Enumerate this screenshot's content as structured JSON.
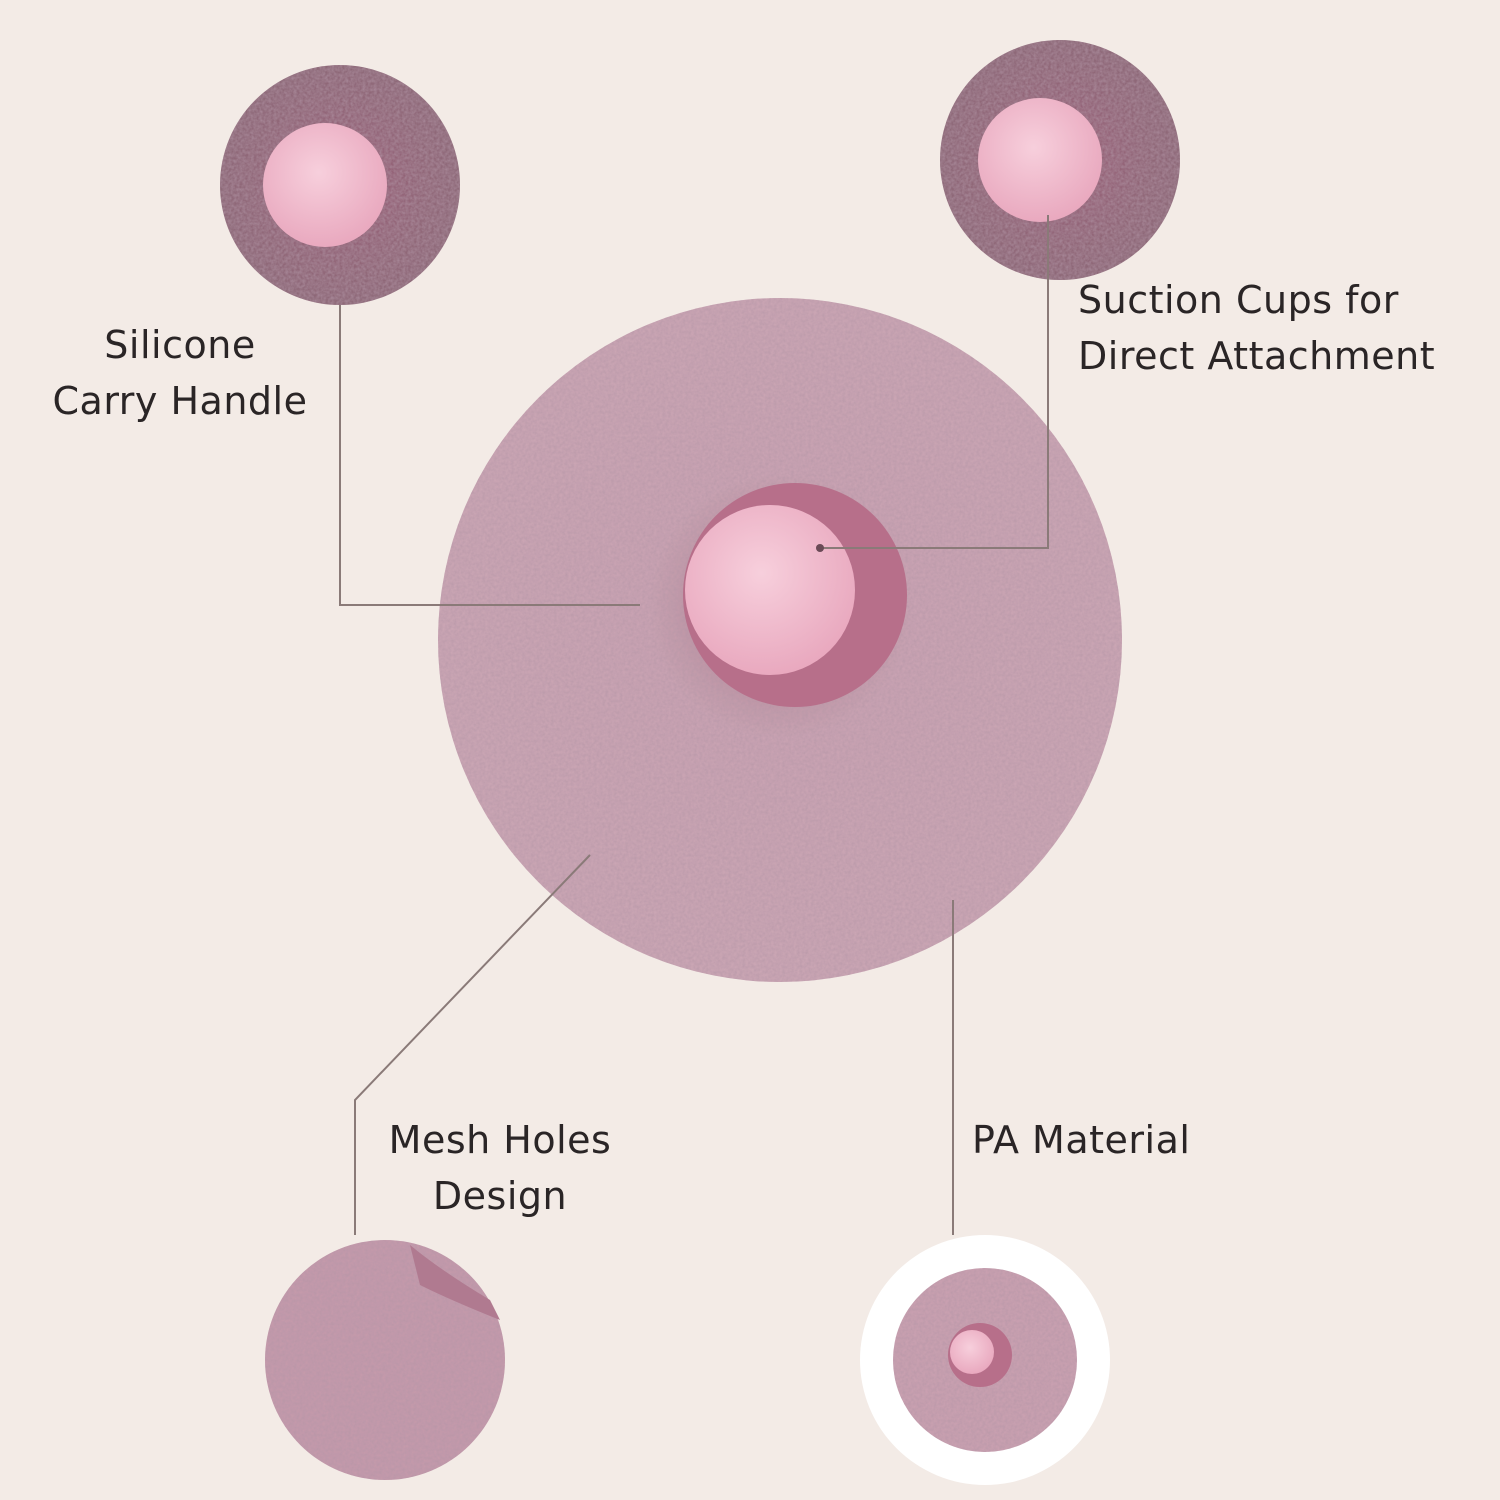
{
  "colors": {
    "background": "#f3ebe6",
    "sponge": "#c8a0b0",
    "sponge_dark": "#9c6a80",
    "cup_base": "#b8708a",
    "cup": "#f0b8cc",
    "line": "#8a7a78"
  },
  "callouts": {
    "handle": {
      "line1": "Silicone",
      "line2": "Carry Handle"
    },
    "suction": {
      "line1": "Suction Cups for",
      "line2": "Direct Attachment"
    },
    "mesh": {
      "line1": "Mesh Holes",
      "line2": "Design"
    },
    "material": {
      "line1": "PA Material"
    }
  }
}
